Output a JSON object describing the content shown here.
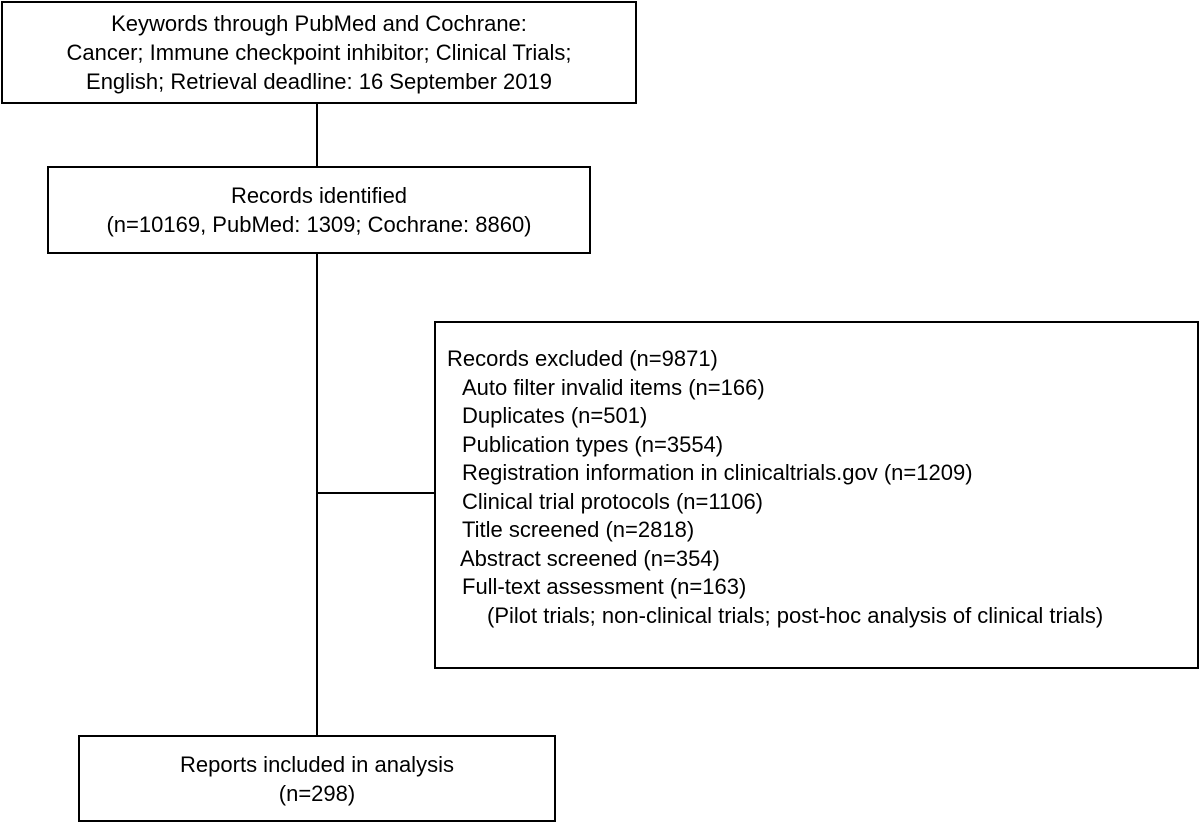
{
  "boxes": {
    "keywords": {
      "lines": [
        "Keywords through PubMed and Cochrane:",
        "Cancer; Immune checkpoint inhibitor; Clinical Trials;",
        "English; Retrieval deadline: 16 September 2019"
      ]
    },
    "identified": {
      "lines": [
        "Records identified",
        "(n=10169, PubMed: 1309; Cochrane: 8860)"
      ]
    },
    "excluded": {
      "title": "Records excluded (n=9871)",
      "items": [
        "Auto filter invalid items (n=166)",
        "Duplicates (n=501)",
        "Publication types (n=3554)",
        "Registration information in clinicaltrials.gov (n=1209)",
        "Clinical trial protocols (n=1106)",
        "Title screened (n=2818)",
        "Abstract screened (n=354)",
        "Full-text assessment (n=163)"
      ],
      "note": "(Pilot trials; non-clinical trials; post-hoc analysis of clinical trials)"
    },
    "included": {
      "lines": [
        "Reports included in analysis",
        "(n=298)"
      ]
    }
  }
}
